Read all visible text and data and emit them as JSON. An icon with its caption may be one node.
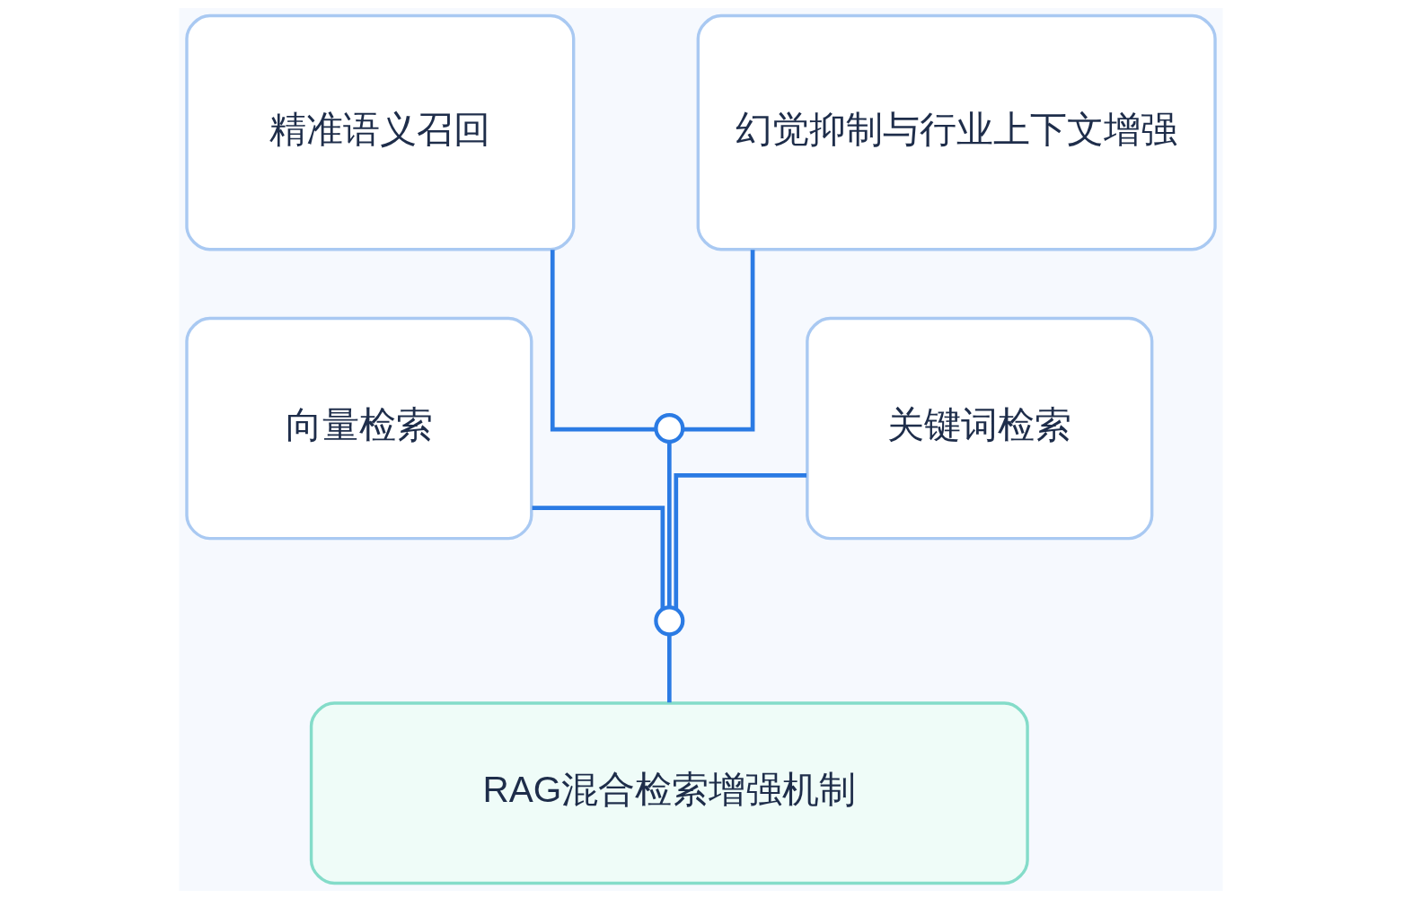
{
  "diagram": {
    "nodes": [
      {
        "text": [
          "精准语义召回"
        ]
      },
      {
        "text": [
          "幻觉抑制与行业上下文增强"
        ]
      },
      {
        "text": [],
        "shape": "circle"
      },
      {
        "text": [
          "向量检索"
        ]
      },
      {
        "text": [
          "关键词检索"
        ]
      },
      {
        "text": [],
        "shape": "circle"
      },
      {
        "text": [
          "RAG混合检索增强机制"
        ]
      }
    ],
    "edges": [
      {
        "from": 0,
        "to": 2,
        "arrow": "none"
      },
      {
        "from": 1,
        "to": 2,
        "arrow": "none"
      },
      {
        "from": 3,
        "to": 5,
        "arrow": "none"
      },
      {
        "from": 2,
        "to": 5,
        "arrow": "none"
      },
      {
        "from": 4,
        "to": 5,
        "arrow": "none"
      },
      {
        "from": 5,
        "to": 6,
        "arrow": "none"
      }
    ]
  }
}
